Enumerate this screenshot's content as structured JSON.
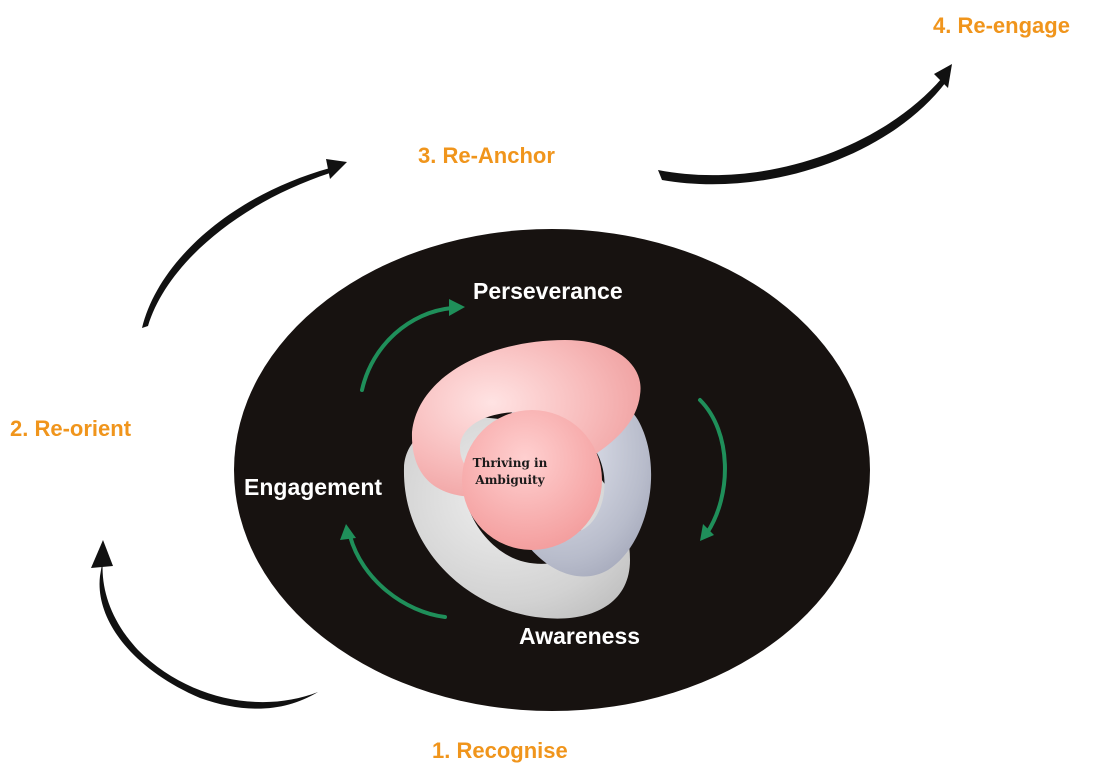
{
  "stages": {
    "recognise": "1. Recognise",
    "reorient": "2. Re-orient",
    "reanchor": "3. Re-Anchor",
    "reengage": "4. Re-engage"
  },
  "pillars": {
    "perseverance": "Perseverance",
    "engagement": "Engagement",
    "awareness": "Awareness"
  },
  "center": {
    "line1": "Thriving in",
    "line2": "Ambiguity"
  },
  "colors": {
    "stage_text": "#f0951c",
    "ellipse_fill": "#171210",
    "pink": "#f6b6b6",
    "slate": "#b5b9c9",
    "grey": "#d3d3d3",
    "cycle_arrow": "#1f8f5a",
    "outer_arrow": "#111111"
  }
}
